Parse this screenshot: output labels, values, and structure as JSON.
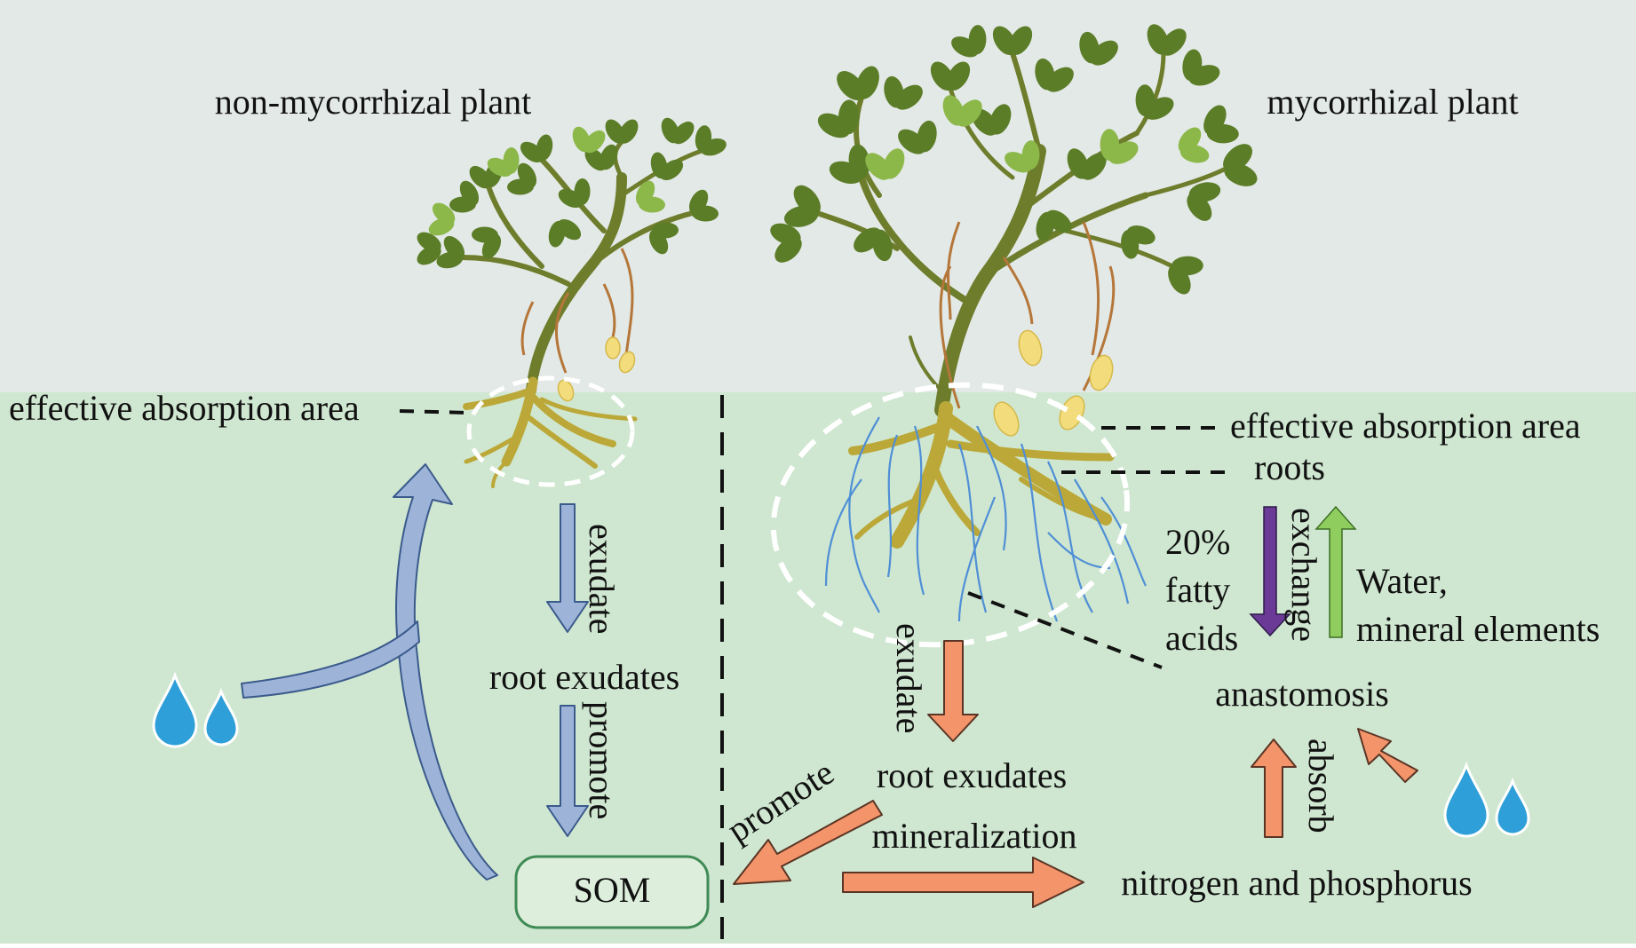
{
  "colors": {
    "sky": "#e3e9e6",
    "soil": "#cfe7d0",
    "leaf_dark": "#5c7d28",
    "leaf_light": "#8cb84a",
    "stem": "#6e7d2c",
    "root": "#bba838",
    "peanut_stalk": "#b5763a",
    "peanut": "#f2dc7c",
    "hyphae": "#4f8fd6",
    "blue_arrow": "#9db4d8",
    "blue_arrow_edge": "#3b5a8c",
    "orange_arrow": "#f3946a",
    "orange_arrow_edge": "#5a3424",
    "purple_arrow": "#6a3a96",
    "green_arrow": "#8fce5e",
    "water_drop": "#2e9fd8",
    "som_box": "#3f8a55"
  },
  "left_panel": {
    "title": "non-mycorrhizal plant",
    "effective_absorption_area": "effective absorption area",
    "exudate": "exudate",
    "root_exudates": "root exudates",
    "promote": "promote",
    "som": "SOM"
  },
  "right_panel": {
    "title": "mycorrhizal plant",
    "effective_absorption_area": "effective absorption area",
    "roots": "roots",
    "fatty_acids_1": "20%",
    "fatty_acids_2": "fatty",
    "fatty_acids_3": "acids",
    "exchange": "exchange",
    "water_1": "Water,",
    "water_2": "mineral elements",
    "anastomosis": "anastomosis",
    "exudate": "exudate",
    "root_exudates": "root exudates",
    "promote": "promote",
    "mineralization": "mineralization",
    "absorb": "absorb",
    "nitrogen_phosphorus": "nitrogen and phosphorus"
  },
  "icons": [
    "water-drop-icon",
    "plant-icon",
    "peanut-icon",
    "hyphae-icon"
  ]
}
